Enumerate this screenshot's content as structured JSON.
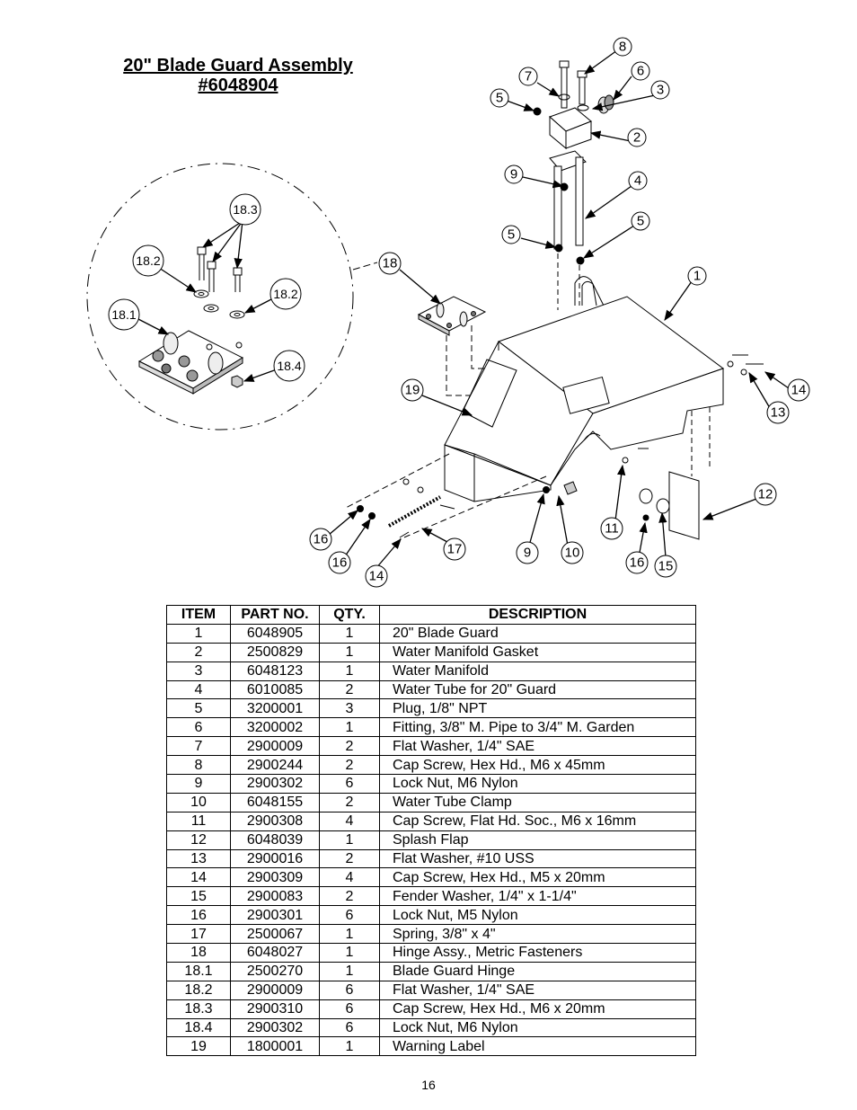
{
  "title": {
    "line1": "20\" Blade Guard Assembly",
    "line2": "#6048904"
  },
  "callouts": {
    "c1": "1",
    "c2": "2",
    "c3": "3",
    "c4": "4",
    "c5a": "5",
    "c5b": "5",
    "c5c": "5",
    "c6": "6",
    "c7": "7",
    "c8": "8",
    "c9a": "9",
    "c9b": "9",
    "c10": "10",
    "c11": "11",
    "c12": "12",
    "c13": "13",
    "c14a": "14",
    "c14b": "14",
    "c15": "15",
    "c16a": "16",
    "c16b": "16",
    "c16c": "16",
    "c17": "17",
    "c18": "18",
    "c19": "19",
    "c18_1": "18.1",
    "c18_2a": "18.2",
    "c18_2b": "18.2",
    "c18_3": "18.3",
    "c18_4": "18.4"
  },
  "table": {
    "headers": [
      "ITEM",
      "PART NO.",
      "QTY.",
      "DESCRIPTION"
    ],
    "rows": [
      [
        "1",
        "6048905",
        "1",
        "20\" Blade Guard"
      ],
      [
        "2",
        "2500829",
        "1",
        "Water Manifold Gasket"
      ],
      [
        "3",
        "6048123",
        "1",
        "Water Manifold"
      ],
      [
        "4",
        "6010085",
        "2",
        "Water Tube for 20\" Guard"
      ],
      [
        "5",
        "3200001",
        "3",
        "Plug, 1/8\" NPT"
      ],
      [
        "6",
        "3200002",
        "1",
        "Fitting, 3/8\" M. Pipe to 3/4\" M. Garden"
      ],
      [
        "7",
        "2900009",
        "2",
        "Flat Washer, 1/4\" SAE"
      ],
      [
        "8",
        "2900244",
        "2",
        "Cap Screw, Hex Hd., M6 x 45mm"
      ],
      [
        "9",
        "2900302",
        "6",
        "Lock Nut, M6 Nylon"
      ],
      [
        "10",
        "6048155",
        "2",
        "Water Tube Clamp"
      ],
      [
        "11",
        "2900308",
        "4",
        "Cap Screw, Flat Hd. Soc., M6 x 16mm"
      ],
      [
        "12",
        "6048039",
        "1",
        "Splash Flap"
      ],
      [
        "13",
        "2900016",
        "2",
        "Flat Washer, #10 USS"
      ],
      [
        "14",
        "2900309",
        "4",
        "Cap Screw, Hex Hd., M5 x 20mm"
      ],
      [
        "15",
        "2900083",
        "2",
        "Fender Washer, 1/4\" x 1-1/4\""
      ],
      [
        "16",
        "2900301",
        "6",
        "Lock Nut, M5 Nylon"
      ],
      [
        "17",
        "2500067",
        "1",
        "Spring, 3/8\" x 4\""
      ],
      [
        "18",
        "6048027",
        "1",
        "Hinge Assy., Metric Fasteners"
      ],
      [
        "18.1",
        "2500270",
        "1",
        "Blade Guard Hinge"
      ],
      [
        "18.2",
        "2900009",
        "6",
        "Flat Washer, 1/4\" SAE"
      ],
      [
        "18.3",
        "2900310",
        "6",
        "Cap Screw, Hex Hd., M6 x 20mm"
      ],
      [
        "18.4",
        "2900302",
        "6",
        "Lock Nut, M6 Nylon"
      ],
      [
        "19",
        "1800001",
        "1",
        "Warning Label"
      ]
    ]
  },
  "page_number": "16"
}
